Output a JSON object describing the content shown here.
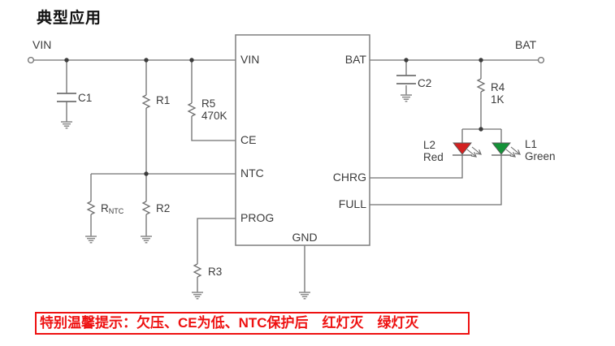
{
  "title": "典型应用",
  "warning": "特别温馨提示：欠压、CE为低、NTC保护后　红灯灭　绿灯灭",
  "schematic": {
    "terminals": {
      "vin": "VIN",
      "bat": "BAT"
    },
    "ic_pins": {
      "vin": "VIN",
      "ce": "CE",
      "ntc": "NTC",
      "prog": "PROG",
      "bat": "BAT",
      "chrg": "CHRG",
      "full": "FULL",
      "gnd": "GND"
    },
    "components": {
      "c1": "C1",
      "c2": "C2",
      "r1": "R1",
      "r2": "R2",
      "r3": "R3",
      "r4_name": "R4",
      "r4_value": "1K",
      "r5_name": "R5",
      "r5_value": "470K",
      "rntc_base": "R",
      "rntc_sub": "NTC",
      "led2_ref": "L2",
      "led2_color": "Red",
      "led1_ref": "L1",
      "led1_color": "Green"
    }
  },
  "colors": {
    "wire": "#707070",
    "label": "#3c3c3c",
    "warning_red": "#ee1111",
    "led_red": "#d32121",
    "led_green": "#149238"
  }
}
